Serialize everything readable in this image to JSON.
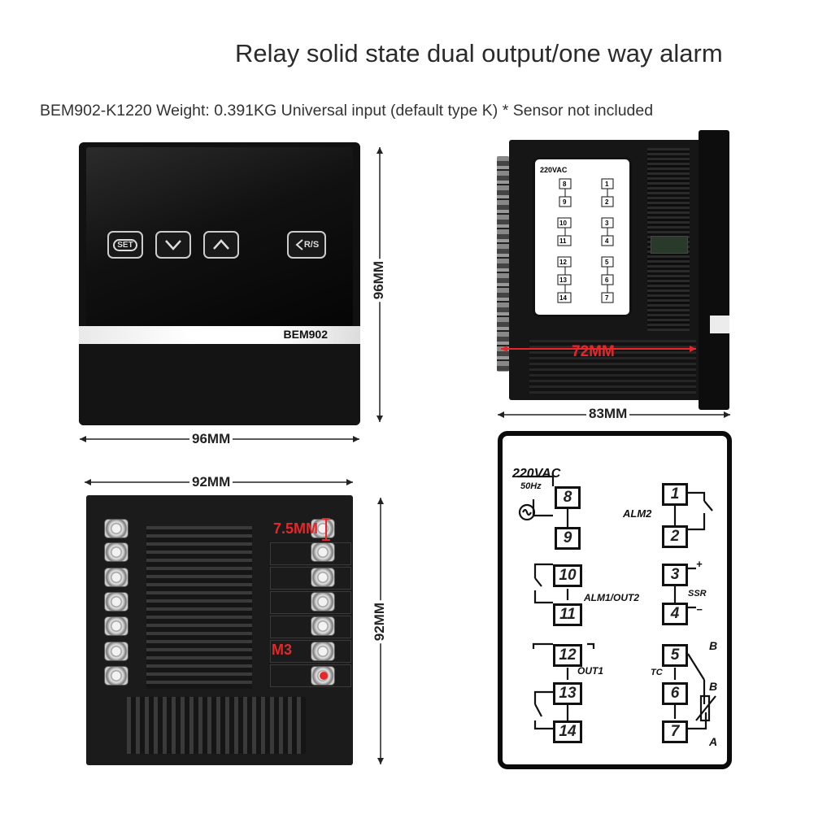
{
  "title": "Relay solid state dual output/one way alarm",
  "subtitle": "BEM902-K1220 Weight: 0.391KG Universal input (default type K) * Sensor not included",
  "front_view": {
    "model": "BEM902",
    "buttons": {
      "set": "SET",
      "down": "",
      "up": "",
      "rs": "R/S"
    },
    "width_label": "96MM",
    "height_label": "96MM"
  },
  "side_view": {
    "depth_label": "72MM",
    "total_label": "83MM"
  },
  "back_view": {
    "width_label": "92MM",
    "height_label": "92MM",
    "pitch_label": "7.5MM",
    "screw_label": "M3"
  },
  "wiring": {
    "power": "220VAC",
    "freq": "50Hz",
    "alm2": "ALM2",
    "alm1_out2": "ALM1/OUT2",
    "out1": "OUT1",
    "ssr": "SSR",
    "tc": "TC",
    "b1": "B",
    "b2": "B",
    "a": "A",
    "plus": "+",
    "minus": "−",
    "terminals": [
      "1",
      "2",
      "3",
      "4",
      "5",
      "6",
      "7",
      "8",
      "9",
      "10",
      "11",
      "12",
      "13",
      "14"
    ]
  }
}
